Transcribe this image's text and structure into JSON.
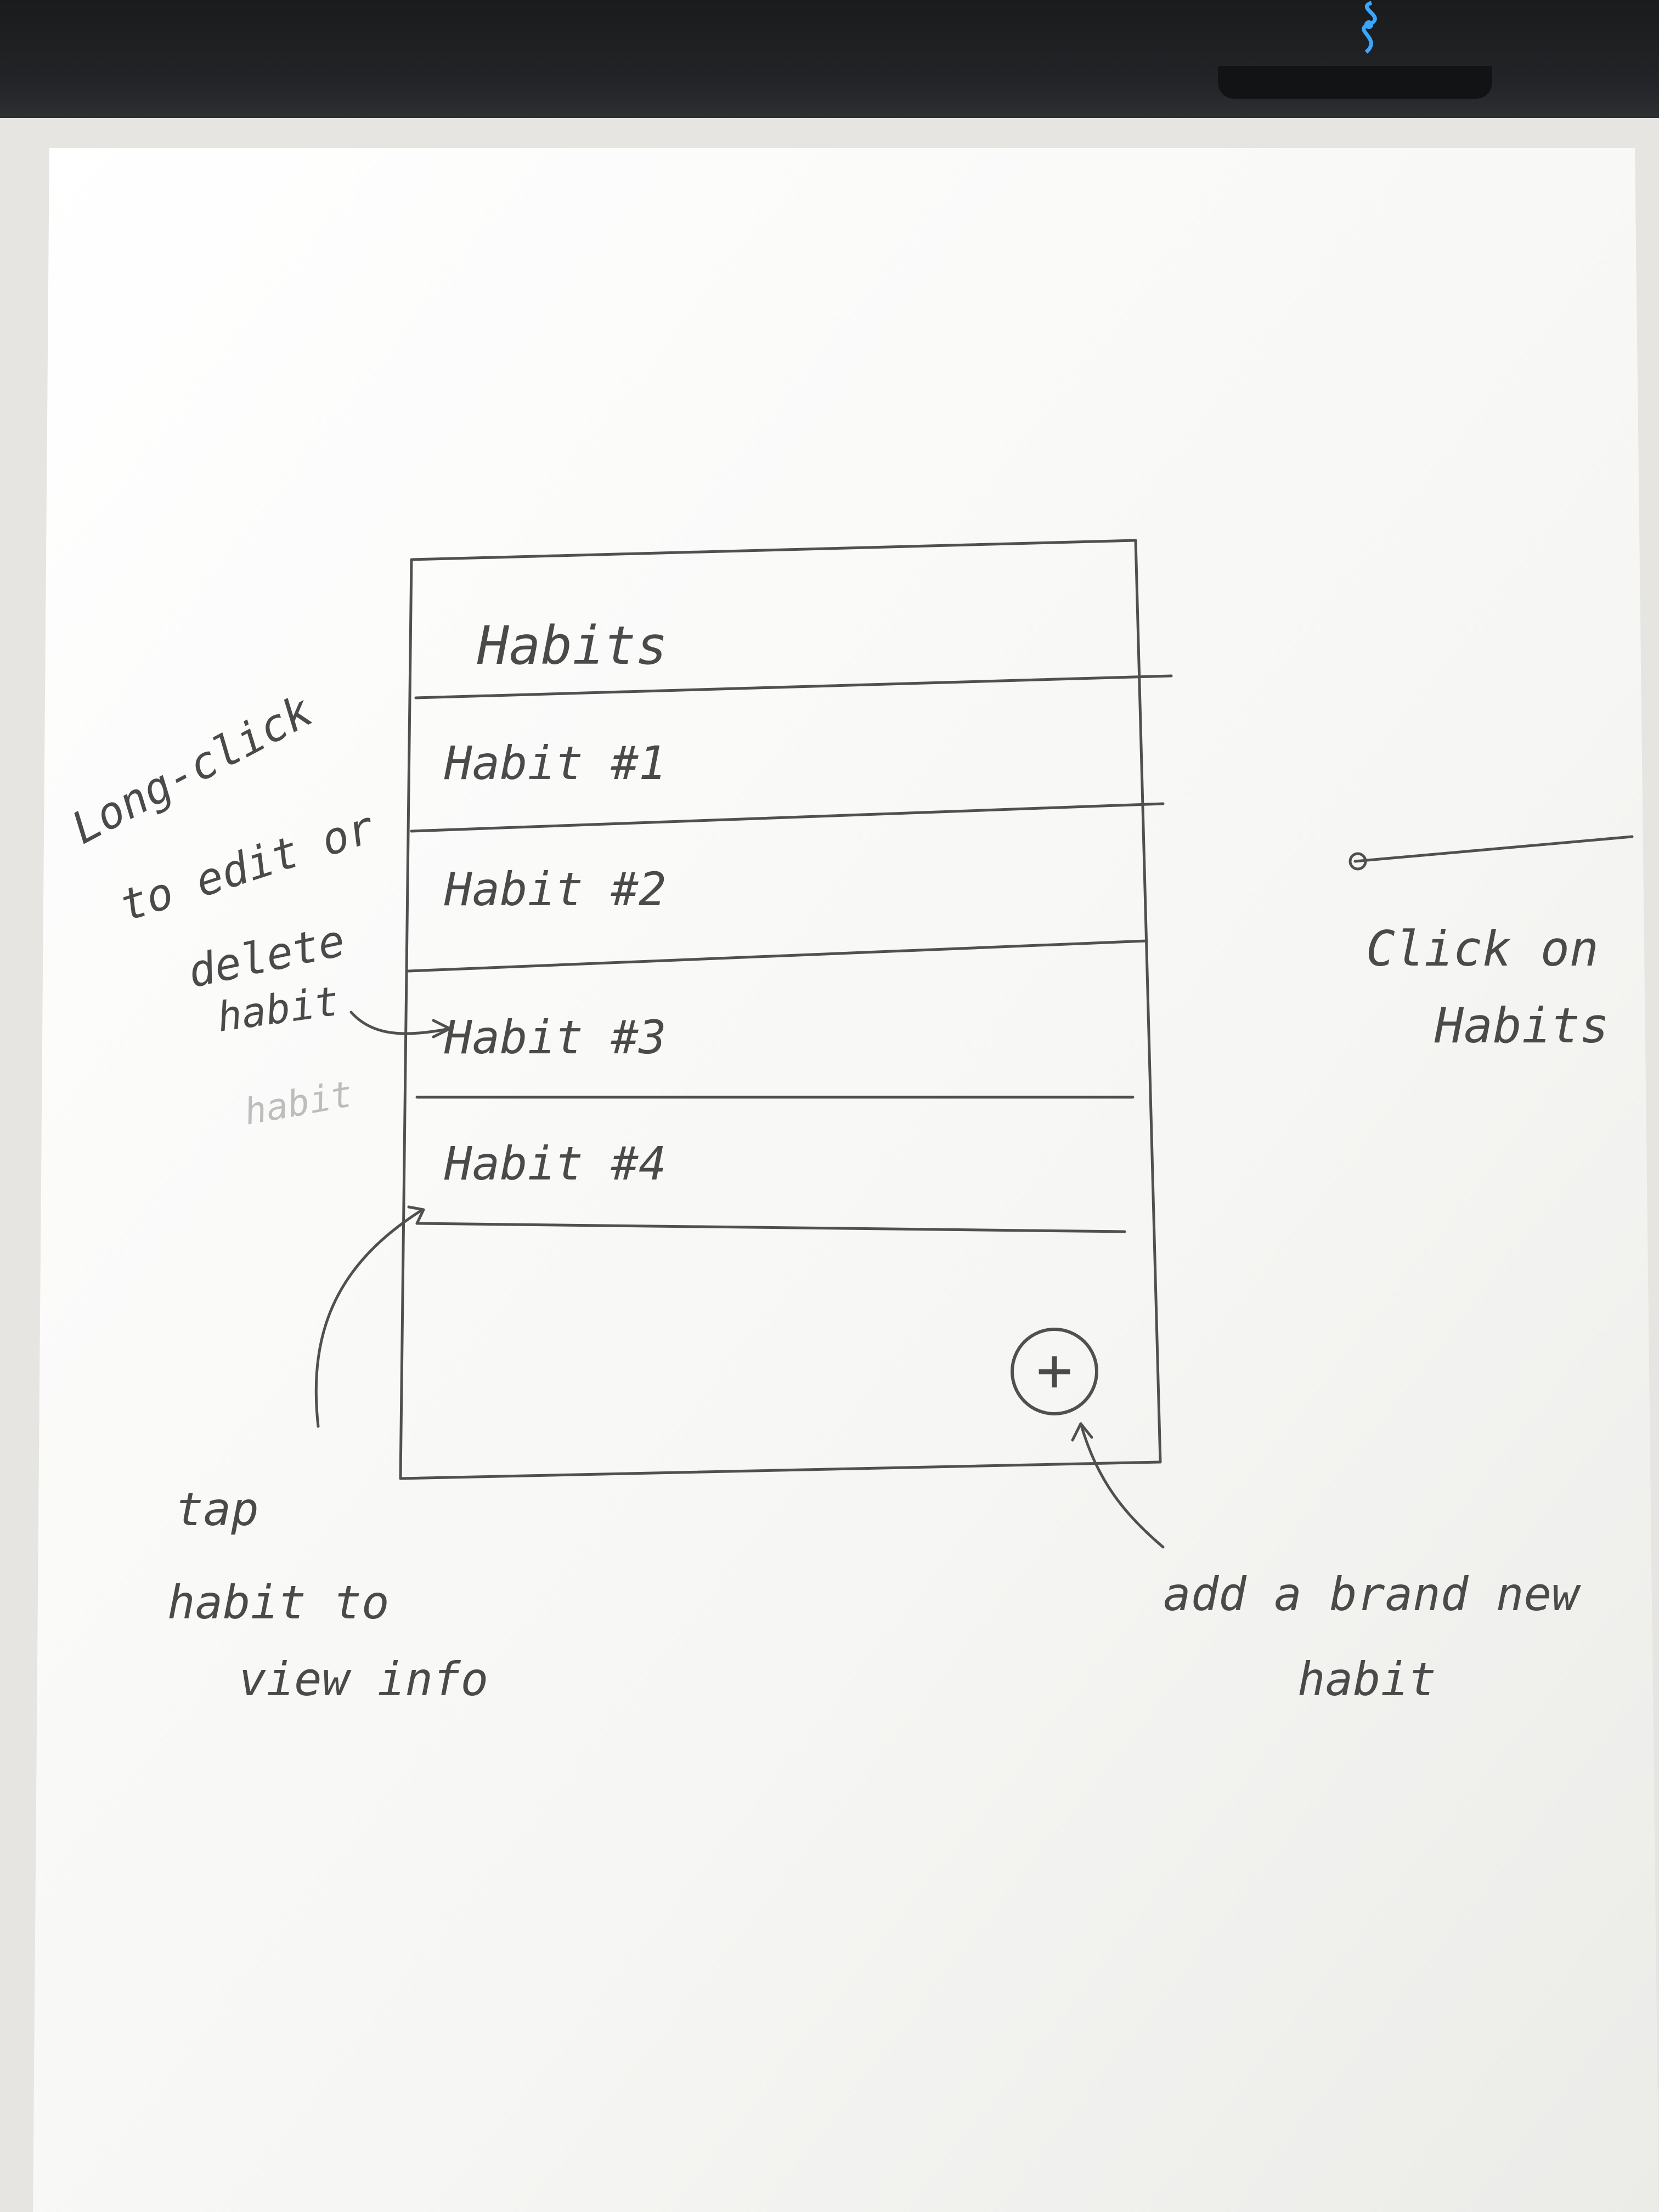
{
  "screen": {
    "title": "Habits",
    "habits": [
      {
        "label": "Habit #1"
      },
      {
        "label": "Habit #2"
      },
      {
        "label": "Habit #3"
      },
      {
        "label": "Habit #4"
      }
    ],
    "add_symbol": "+"
  },
  "annotations": {
    "long_click": [
      "Long-click",
      "to edit or",
      "delete",
      "habit"
    ],
    "long_click_smudge": "habit",
    "tap": [
      "tap",
      "habit to",
      "view info"
    ],
    "click_on": [
      "Click on",
      "Habits"
    ],
    "add_new": [
      "add a brand new",
      "habit"
    ]
  },
  "colors": {
    "paper": "#fbfbf9",
    "pencil": "#4a4a4a",
    "desk": "#e6e5e1"
  },
  "icons": {
    "plus": "plus-circle-icon",
    "brand": "razer-snake-logo"
  }
}
